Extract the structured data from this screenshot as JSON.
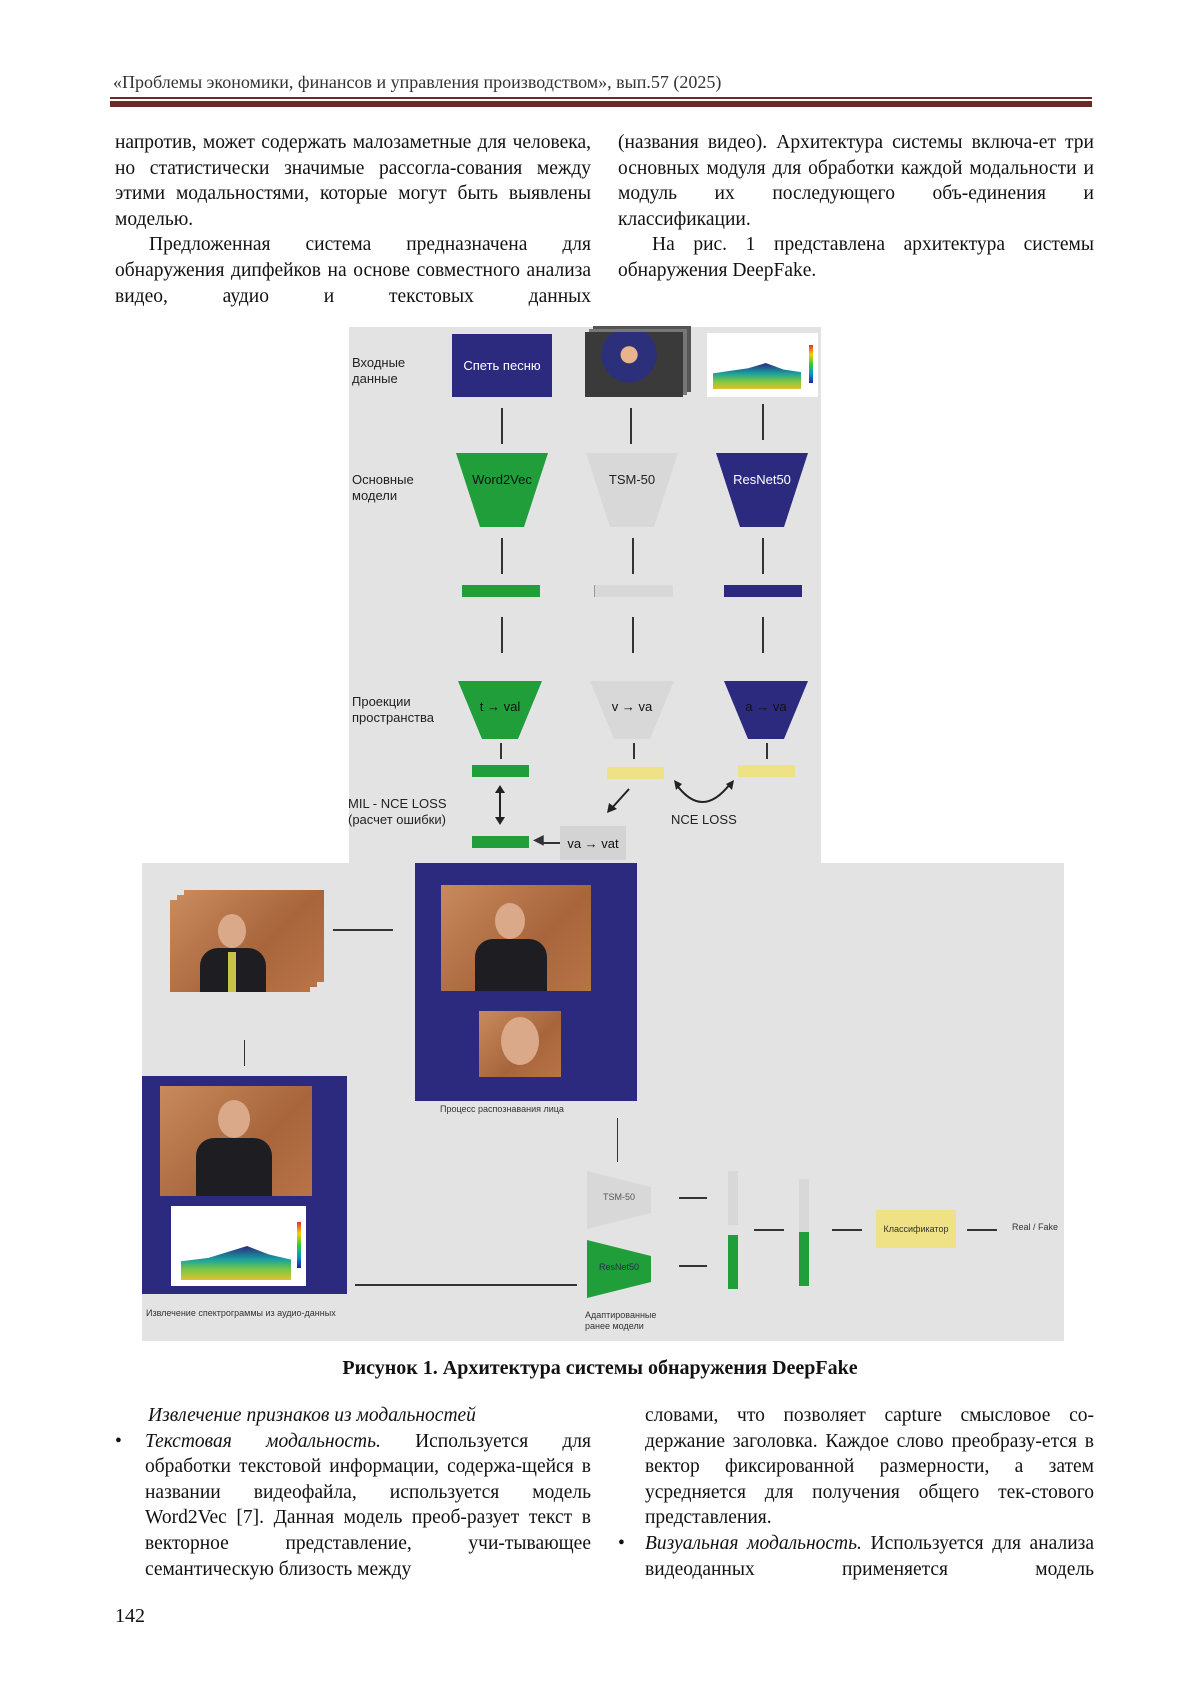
{
  "header": {
    "journal": "«Проблемы экономики, финансов и управления производством», вып.57 (2025)"
  },
  "top_text": {
    "left": [
      "напротив, может содержать малозаметные для человека, но статистически значимые рассогла-сования между этими модальностями, которые могут быть выявлены моделью.",
      "Предложенная система предназначена для обнаружения дипфейков на основе совместного анализа видео, аудио и текстовых данных"
    ],
    "right": [
      "(названия видео). Архитектура системы включа-ет три основных модуля для обработки каждой модальности и модуль их последующего объ-единения и классификации.",
      "На рис. 1 представлена архитектура системы обнаружения DeepFake."
    ]
  },
  "figure": {
    "row_labels": {
      "input": "Входные данные",
      "models": "Основные модели",
      "projections": "Проекции пространства",
      "mil_loss": "MIL - NCE LOSS (расчет ошибки)",
      "nce_loss": "NCE LOSS"
    },
    "input_text_box": "Спеть песню",
    "models": [
      "Word2Vec",
      "TSM-50",
      "ResNet50"
    ],
    "projections": [
      "t → val",
      "v → va",
      "a → va"
    ],
    "fusion_box": "va → vat",
    "face_caption": "Процесс распознавания лица",
    "spectrogram_caption": "Извлечение спектрограммы из аудио-данных",
    "adapted_models": [
      "TSM-50",
      "ResNet50"
    ],
    "adapted_caption": "Адаптированные ранее модели",
    "classifier": "Классификатор",
    "output": "Real / Fake",
    "colors": {
      "navy": "#2c2a7e",
      "green": "#1f9e3a",
      "grey": "#d8d8d8",
      "yellow": "#efe186",
      "panel": "#e3e3e3"
    },
    "caption": "Рисунок 1. Архитектура системы обнаружения DeepFake"
  },
  "bottom_text": {
    "subheading": "Извлечение признаков из модальностей",
    "bullets": [
      {
        "title": "Текстовая модальность.",
        "body_left": "Используется для обработки текстовой информации, содержа-щейся в названии видеофайла, используется модель Word2Vec [7]. Данная модель преоб-разует текст в векторное представление, учи-тывающее семантическую близость между",
        "body_right": "словами, что позволяет capture смысловое со-держание заголовка. Каждое слово преобразу-ется в вектор фиксированной размерности, а затем усредняется для получения общего тек-стового представления."
      },
      {
        "title": "Визуальная модальность.",
        "body": "Используется для анализа видеоданных применяется модель"
      }
    ]
  },
  "page_number": "142"
}
